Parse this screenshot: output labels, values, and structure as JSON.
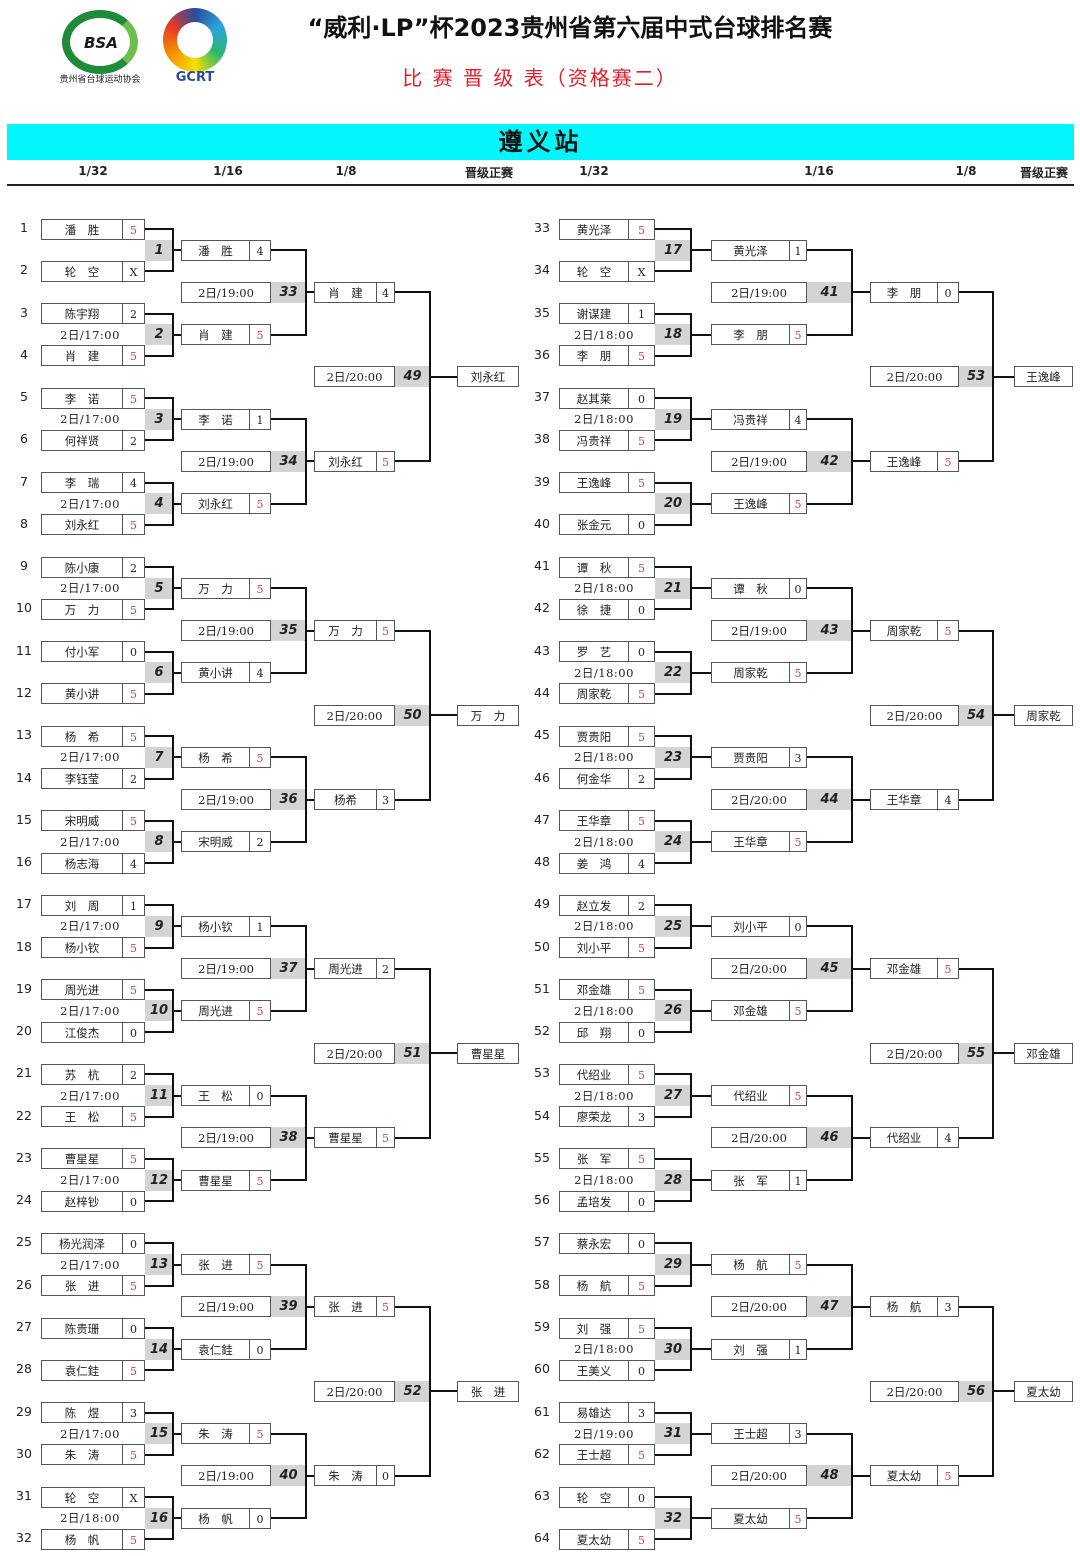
{
  "header": {
    "title": "“威利·LP”杯2023贵州省第六届中式台球排名赛",
    "subtitle": "比 赛 晋 级 表（资格赛二）",
    "station": "遵义站"
  },
  "logos": {
    "bsa_mark": "BSA",
    "bsa_caption": "贵州省台球运动协会",
    "gcrt_caption": "GCRT"
  },
  "columns": {
    "left": [
      "1/32",
      "1/16",
      "1/8",
      "晋级正赛"
    ],
    "right": [
      "1/32",
      "1/16",
      "1/8",
      "晋级正赛"
    ]
  },
  "colors": {
    "band": "#00f6fa",
    "winner_score": "#d0424c",
    "match_box": "#d4d4d4",
    "subtitle": "#e0202a"
  },
  "bracket": {
    "players": [
      {
        "seed": "1",
        "name": "潘　胜",
        "score": "5"
      },
      {
        "seed": "2",
        "name": "轮　空",
        "score": "X"
      },
      {
        "seed": "3",
        "name": "陈宇翔",
        "score": "2"
      },
      {
        "seed": "4",
        "name": "肖　建",
        "score": "5"
      },
      {
        "seed": "5",
        "name": "李　诺",
        "score": "5"
      },
      {
        "seed": "6",
        "name": "何祥贤",
        "score": "2"
      },
      {
        "seed": "7",
        "name": "李　瑞",
        "score": "4"
      },
      {
        "seed": "8",
        "name": "刘永红",
        "score": "5"
      },
      {
        "seed": "9",
        "name": "陈小康",
        "score": "2"
      },
      {
        "seed": "10",
        "name": "万　力",
        "score": "5"
      },
      {
        "seed": "11",
        "name": "付小军",
        "score": "0"
      },
      {
        "seed": "12",
        "name": "黄小讲",
        "score": "5"
      },
      {
        "seed": "13",
        "name": "杨　希",
        "score": "5"
      },
      {
        "seed": "14",
        "name": "李钰莹",
        "score": "2"
      },
      {
        "seed": "15",
        "name": "宋明威",
        "score": "5"
      },
      {
        "seed": "16",
        "name": "杨志海",
        "score": "4"
      },
      {
        "seed": "17",
        "name": "刘　周",
        "score": "1"
      },
      {
        "seed": "18",
        "name": "杨小钦",
        "score": "5"
      },
      {
        "seed": "19",
        "name": "周光进",
        "score": "5"
      },
      {
        "seed": "20",
        "name": "江俊杰",
        "score": "0"
      },
      {
        "seed": "21",
        "name": "苏　杭",
        "score": "2"
      },
      {
        "seed": "22",
        "name": "王　松",
        "score": "5"
      },
      {
        "seed": "23",
        "name": "曹星星",
        "score": "5"
      },
      {
        "seed": "24",
        "name": "赵梓钞",
        "score": "0"
      },
      {
        "seed": "25",
        "name": "杨光润泽",
        "score": "0"
      },
      {
        "seed": "26",
        "name": "张　进",
        "score": "5"
      },
      {
        "seed": "27",
        "name": "陈贵珊",
        "score": "0"
      },
      {
        "seed": "28",
        "name": "袁仁銈",
        "score": "5"
      },
      {
        "seed": "29",
        "name": "陈　煜",
        "score": "3"
      },
      {
        "seed": "30",
        "name": "朱　涛",
        "score": "5"
      },
      {
        "seed": "31",
        "name": "轮　空",
        "score": "X"
      },
      {
        "seed": "32",
        "name": "杨　帆",
        "score": "5"
      },
      {
        "seed": "33",
        "name": "黄光泽",
        "score": "5"
      },
      {
        "seed": "34",
        "name": "轮　空",
        "score": "X"
      },
      {
        "seed": "35",
        "name": "谢谋建",
        "score": "1"
      },
      {
        "seed": "36",
        "name": "李　朋",
        "score": "5"
      },
      {
        "seed": "37",
        "name": "赵其莱",
        "score": "0"
      },
      {
        "seed": "38",
        "name": "冯贵祥",
        "score": "5"
      },
      {
        "seed": "39",
        "name": "王逸峰",
        "score": "5"
      },
      {
        "seed": "40",
        "name": "张金元",
        "score": "0"
      },
      {
        "seed": "41",
        "name": "谭　秋",
        "score": "5"
      },
      {
        "seed": "42",
        "name": "徐　捷",
        "score": "0"
      },
      {
        "seed": "43",
        "name": "罗　艺",
        "score": "0"
      },
      {
        "seed": "44",
        "name": "周家乾",
        "score": "5"
      },
      {
        "seed": "45",
        "name": "贾贵阳",
        "score": "5"
      },
      {
        "seed": "46",
        "name": "何金华",
        "score": "2"
      },
      {
        "seed": "47",
        "name": "王华章",
        "score": "5"
      },
      {
        "seed": "48",
        "name": "姜　鸿",
        "score": "4"
      },
      {
        "seed": "49",
        "name": "赵立发",
        "score": "2"
      },
      {
        "seed": "50",
        "name": "刘小平",
        "score": "5"
      },
      {
        "seed": "51",
        "name": "邓金雄",
        "score": "5"
      },
      {
        "seed": "52",
        "name": "邱　翔",
        "score": "0"
      },
      {
        "seed": "53",
        "name": "代绍业",
        "score": "5"
      },
      {
        "seed": "54",
        "name": "廖荣龙",
        "score": "3"
      },
      {
        "seed": "55",
        "name": "张　军",
        "score": "5"
      },
      {
        "seed": "56",
        "name": "孟培发",
        "score": "0"
      },
      {
        "seed": "57",
        "name": "蔡永宏",
        "score": "0"
      },
      {
        "seed": "58",
        "name": "杨　航",
        "score": "5"
      },
      {
        "seed": "59",
        "name": "刘　强",
        "score": "5"
      },
      {
        "seed": "60",
        "name": "王美义",
        "score": "0"
      },
      {
        "seed": "61",
        "name": "易雄达",
        "score": "3"
      },
      {
        "seed": "62",
        "name": "王士超",
        "score": "5"
      },
      {
        "seed": "63",
        "name": "轮　空",
        "score": "0"
      },
      {
        "seed": "64",
        "name": "夏太幼",
        "score": "5"
      }
    ],
    "round1": [
      {
        "no": "1",
        "time": ""
      },
      {
        "no": "2",
        "time": "2日/17:00"
      },
      {
        "no": "3",
        "time": "2日/17:00"
      },
      {
        "no": "4",
        "time": "2日/17:00"
      },
      {
        "no": "5",
        "time": "2日/17:00"
      },
      {
        "no": "6",
        "time": ""
      },
      {
        "no": "7",
        "time": "2日/17:00"
      },
      {
        "no": "8",
        "time": "2日/17:00"
      },
      {
        "no": "9",
        "time": "2日/17:00"
      },
      {
        "no": "10",
        "time": "2日/17:00"
      },
      {
        "no": "11",
        "time": "2日/17:00"
      },
      {
        "no": "12",
        "time": "2日/17:00"
      },
      {
        "no": "13",
        "time": "2日/17:00"
      },
      {
        "no": "14",
        "time": ""
      },
      {
        "no": "15",
        "time": "2日/17:00"
      },
      {
        "no": "16",
        "time": "2日/18:00"
      },
      {
        "no": "17",
        "time": ""
      },
      {
        "no": "18",
        "time": "2日/18:00"
      },
      {
        "no": "19",
        "time": "2日/18:00"
      },
      {
        "no": "20",
        "time": ""
      },
      {
        "no": "21",
        "time": "2日/18:00"
      },
      {
        "no": "22",
        "time": "2日/18:00"
      },
      {
        "no": "23",
        "time": "2日/18:00"
      },
      {
        "no": "24",
        "time": "2日/18:00"
      },
      {
        "no": "25",
        "time": "2日/18:00"
      },
      {
        "no": "26",
        "time": "2日/18:00"
      },
      {
        "no": "27",
        "time": "2日/18:00"
      },
      {
        "no": "28",
        "time": "2日/18:00"
      },
      {
        "no": "29",
        "time": ""
      },
      {
        "no": "30",
        "time": "2日/18:00"
      },
      {
        "no": "31",
        "time": "2日/19:00"
      },
      {
        "no": "32",
        "time": ""
      }
    ],
    "round16_entrants": [
      {
        "name": "潘　胜",
        "score": "4"
      },
      {
        "name": "肖　建",
        "score": "5"
      },
      {
        "name": "李　诺",
        "score": "1"
      },
      {
        "name": "刘永红",
        "score": "5"
      },
      {
        "name": "万　力",
        "score": "5"
      },
      {
        "name": "黄小讲",
        "score": "4"
      },
      {
        "name": "杨　希",
        "score": "5"
      },
      {
        "name": "宋明威",
        "score": "2"
      },
      {
        "name": "杨小钦",
        "score": "1"
      },
      {
        "name": "周光进",
        "score": "5"
      },
      {
        "name": "王　松",
        "score": "0"
      },
      {
        "name": "曹星星",
        "score": "5"
      },
      {
        "name": "张　进",
        "score": "5"
      },
      {
        "name": "袁仁銈",
        "score": "0"
      },
      {
        "name": "朱　涛",
        "score": "5"
      },
      {
        "name": "杨　帆",
        "score": "0"
      },
      {
        "name": "黄光泽",
        "score": "1"
      },
      {
        "name": "李　朋",
        "score": "5"
      },
      {
        "name": "冯贵祥",
        "score": "4"
      },
      {
        "name": "王逸峰",
        "score": "5"
      },
      {
        "name": "谭　秋",
        "score": "0"
      },
      {
        "name": "周家乾",
        "score": "5"
      },
      {
        "name": "贾贵阳",
        "score": "3"
      },
      {
        "name": "王华章",
        "score": "5"
      },
      {
        "name": "刘小平",
        "score": "0"
      },
      {
        "name": "邓金雄",
        "score": "5"
      },
      {
        "name": "代绍业",
        "score": "5"
      },
      {
        "name": "张　军",
        "score": "1"
      },
      {
        "name": "杨　航",
        "score": "5"
      },
      {
        "name": "刘　强",
        "score": "1"
      },
      {
        "name": "王士超",
        "score": "3"
      },
      {
        "name": "夏太幼",
        "score": "5"
      }
    ],
    "round16": [
      {
        "no": "33",
        "time": "2日/19:00"
      },
      {
        "no": "34",
        "time": "2日/19:00"
      },
      {
        "no": "35",
        "time": "2日/19:00"
      },
      {
        "no": "36",
        "time": "2日/19:00"
      },
      {
        "no": "37",
        "time": "2日/19:00"
      },
      {
        "no": "38",
        "time": "2日/19:00"
      },
      {
        "no": "39",
        "time": "2日/19:00"
      },
      {
        "no": "40",
        "time": "2日/19:00"
      },
      {
        "no": "41",
        "time": "2日/19:00"
      },
      {
        "no": "42",
        "time": "2日/19:00"
      },
      {
        "no": "43",
        "time": "2日/19:00"
      },
      {
        "no": "44",
        "time": "2日/20:00"
      },
      {
        "no": "45",
        "time": "2日/20:00"
      },
      {
        "no": "46",
        "time": "2日/20:00"
      },
      {
        "no": "47",
        "time": "2日/20:00"
      },
      {
        "no": "48",
        "time": "2日/20:00"
      }
    ],
    "round8_entrants": [
      {
        "name": "肖　建",
        "score": "4"
      },
      {
        "name": "刘永红",
        "score": "5"
      },
      {
        "name": "万　力",
        "score": "5"
      },
      {
        "name": "杨希",
        "score": "3"
      },
      {
        "name": "周光进",
        "score": "2"
      },
      {
        "name": "曹星星",
        "score": "5"
      },
      {
        "name": "张　进",
        "score": "5"
      },
      {
        "name": "朱　涛",
        "score": "0"
      },
      {
        "name": "李　朋",
        "score": "0"
      },
      {
        "name": "王逸峰",
        "score": "5"
      },
      {
        "name": "周家乾",
        "score": "5"
      },
      {
        "name": "王华章",
        "score": "4"
      },
      {
        "name": "邓金雄",
        "score": "5"
      },
      {
        "name": "代绍业",
        "score": "4"
      },
      {
        "name": "杨　航",
        "score": "3"
      },
      {
        "name": "夏太幼",
        "score": "5"
      }
    ],
    "round8": [
      {
        "no": "49",
        "time": "2日/20:00"
      },
      {
        "no": "50",
        "time": "2日/20:00"
      },
      {
        "no": "51",
        "time": "2日/20:00"
      },
      {
        "no": "52",
        "time": "2日/20:00"
      },
      {
        "no": "53",
        "time": "2日/20:00"
      },
      {
        "no": "54",
        "time": "2日/20:00"
      },
      {
        "no": "55",
        "time": "2日/20:00"
      },
      {
        "no": "56",
        "time": "2日/20:00"
      }
    ],
    "qualifiers": [
      "刘永红",
      "万　力",
      "曹星星",
      "张　进",
      "王逸峰",
      "周家乾",
      "邓金雄",
      "夏太幼"
    ]
  }
}
